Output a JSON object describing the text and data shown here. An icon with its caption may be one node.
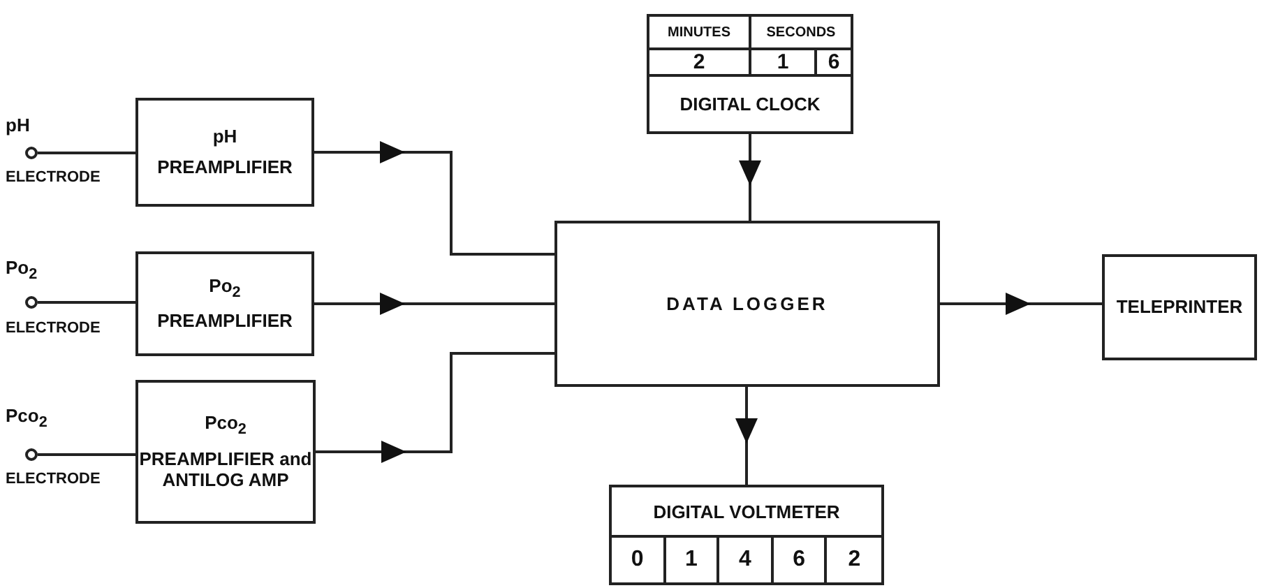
{
  "diagram": {
    "nodes": [
      {
        "text": [],
        "shape": "circle",
        "beside": [
          "pH",
          "ELECTRODE"
        ]
      },
      {
        "text": [
          "pH",
          "PREAMPLIFIER"
        ]
      },
      {
        "text": [],
        "shape": "circle",
        "beside": [
          "Po$_{2}$",
          "ELECTRODE"
        ]
      },
      {
        "text": [
          "Po$_{2}$",
          "PREAMPLIFIER"
        ]
      },
      {
        "text": [],
        "shape": "circle",
        "beside": [
          "Pco$_{2}$",
          "ELECTRODE"
        ]
      },
      {
        "text": [
          "Pco$_{2}$",
          "PREAMPLIFIER and ANTILOG AMP"
        ]
      },
      {
        "text": [
          "MINUTES",
          "SECONDS",
          "2",
          "1",
          "6",
          "DIGITAL CLOCK"
        ]
      },
      {
        "text": [
          "DATA LOGGER"
        ]
      },
      {
        "text": [
          "TELEPRINTER"
        ]
      },
      {
        "text": [
          "DIGITAL VOLTMETER",
          "0",
          "1",
          "4",
          "6",
          "2"
        ]
      }
    ],
    "edges": [
      {
        "from": 0,
        "to": 1,
        "arrow": "none"
      },
      {
        "from": 2,
        "to": 3,
        "arrow": "none"
      },
      {
        "from": 4,
        "to": 5,
        "arrow": "none"
      },
      {
        "from": 1,
        "to": 7,
        "arrow": "to"
      },
      {
        "from": 3,
        "to": 7,
        "arrow": "to"
      },
      {
        "from": 5,
        "to": 7,
        "arrow": "to"
      },
      {
        "from": 6,
        "to": 7,
        "arrow": "to"
      },
      {
        "from": 7,
        "to": 8,
        "arrow": "to"
      },
      {
        "from": 7,
        "to": 9,
        "arrow": "to"
      }
    ]
  }
}
